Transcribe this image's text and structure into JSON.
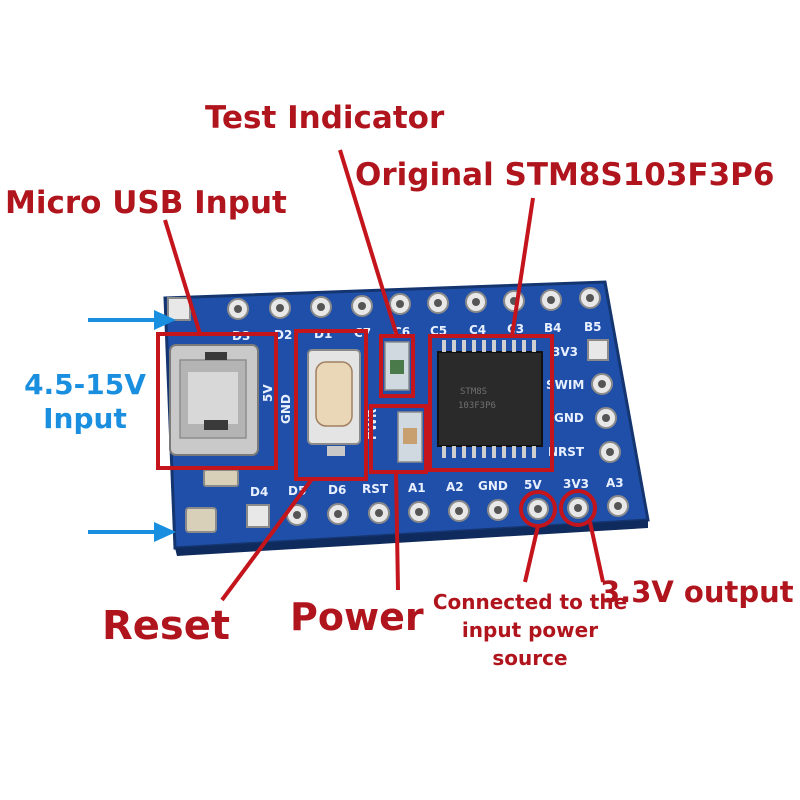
{
  "callouts": {
    "test_indicator": "Test Indicator",
    "original_chip": "Original STM8S103F3P6",
    "micro_usb": "Micro USB Input",
    "voltage_input_line1": "4.5-15V",
    "voltage_input_line2": "Input",
    "reset": "Reset",
    "power": "Power",
    "connected_note": "Connected to the input power source",
    "output_33v": "3.3V output"
  },
  "board": {
    "top_pins": [
      "D3",
      "D2",
      "D1",
      "C7",
      "C6",
      "C5",
      "C4",
      "C3",
      "B4",
      "B5"
    ],
    "bottom_pins": [
      "D4",
      "D5",
      "D6",
      "RST",
      "A1",
      "A2",
      "GND",
      "5V",
      "3V3",
      "A3"
    ],
    "side_pins": [
      "3V3",
      "SWIM",
      "GND",
      "NRST"
    ],
    "silk_left": [
      "5V",
      "GND"
    ],
    "silk_led": "PWR",
    "chip_marking": [
      "STM8S",
      "103F3P6"
    ]
  },
  "colors": {
    "board": "#1f4fa8",
    "callout": "#b0141c",
    "arrow": "#1a8fe0"
  }
}
